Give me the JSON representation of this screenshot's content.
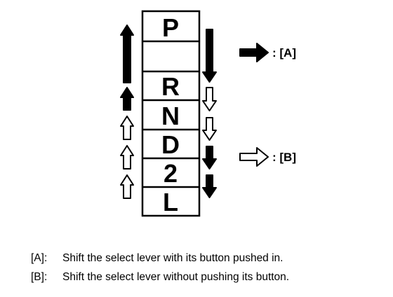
{
  "gate": {
    "positions": [
      "P",
      "",
      "R",
      "N",
      "D",
      "2",
      "L"
    ]
  },
  "legend": {
    "push_label": ": [A]",
    "nopush_label": ": [B]"
  },
  "notes": [
    {
      "key": "[A]:",
      "text": "Shift the select lever with its button pushed in."
    },
    {
      "key": "[B]:",
      "text": "Shift the select lever without pushing its button."
    }
  ],
  "colors": {
    "line": "#000000",
    "filled_arrow": "#000000",
    "hollow_arrow": "#ffffff"
  },
  "arrow_semantics": {
    "filled_arrow": "[A]",
    "hollow_arrow": "[B]"
  }
}
